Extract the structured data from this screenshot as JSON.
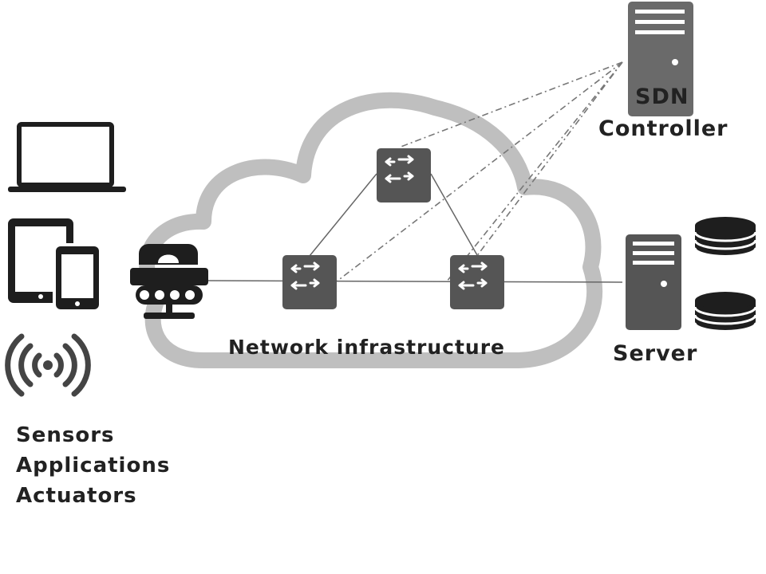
{
  "labels": {
    "sdn": "SDN",
    "controller": "Controller",
    "network": "Network infrastructure",
    "server": "Server",
    "devices": [
      "Sensors",
      "Applications",
      "Actuators"
    ]
  },
  "icons": {
    "controller": "server-tower-icon",
    "server": "server-tower-icon",
    "database": "database-icon",
    "switch": "network-switch-icon",
    "gateway": "gateway-modem-icon",
    "laptop": "laptop-icon",
    "tablet": "tablet-icon",
    "phone": "smartphone-icon",
    "sensor": "wireless-signal-icon"
  },
  "colors": {
    "cloud": "#bfbfbf",
    "device": "#555555",
    "dark": "#1e1e1e",
    "line": "#777777"
  }
}
